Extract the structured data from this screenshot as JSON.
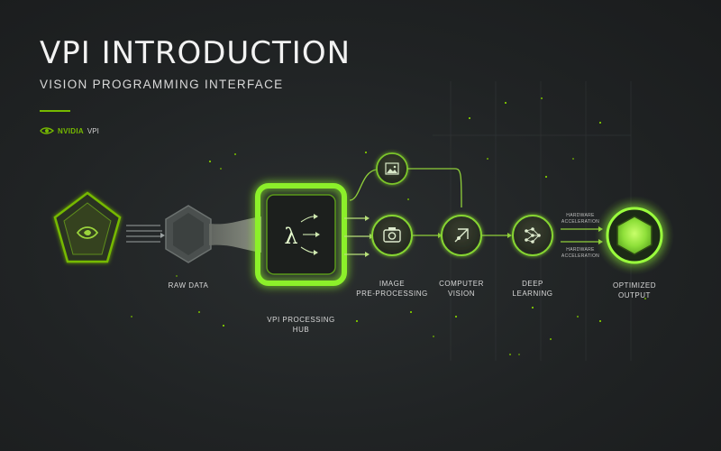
{
  "header": {
    "title": "VPI INTRODUCTION",
    "subtitle": "VISION PROGRAMMING INTERFACE"
  },
  "brand": {
    "name": "NVIDIA",
    "product": "VPI"
  },
  "stages": {
    "raw_data": "RAW DATA",
    "hub_line1": "VPI PROCESSING",
    "hub_line2": "HUB",
    "image_line1": "IMAGE",
    "image_line2": "PRE-PROCESSING",
    "cv_line1": "COMPUTER",
    "cv_line2": "VISION",
    "dl_line1": "DEEP",
    "dl_line2": "LEARNING",
    "out_line1": "OPTIMIZED",
    "out_line2": "OUTPUT"
  },
  "hw": {
    "top_line1": "HARDWARE",
    "top_line2": "ACCELERATION",
    "bottom_line1": "HARDWARE",
    "bottom_line2": "ACCELERATION"
  },
  "icons": {
    "source": "nvidia-eye-icon",
    "hub": "lambda-icon",
    "picture": "picture-icon",
    "camera": "camera-icon",
    "cv": "vision-icon",
    "dl": "network-icon"
  },
  "colors": {
    "accent": "#76b900",
    "glow": "#9aff3c",
    "background": "#202324"
  }
}
